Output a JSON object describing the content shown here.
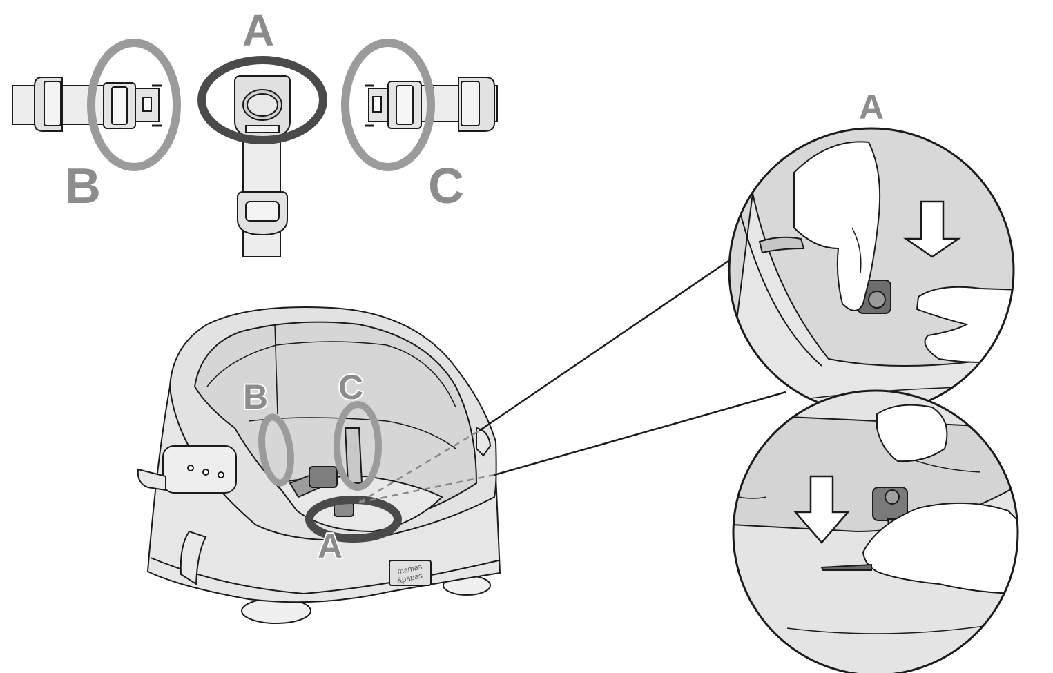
{
  "colors": {
    "background": "#ffffff",
    "outline": "#1a1a1a",
    "strap_fill": "#ededed",
    "seat_fill": "#e6e6e6",
    "seat_shade": "#d4d4d4",
    "highlight_light": "#9b9b9b",
    "highlight_dark": "#4a4a4a",
    "label_light": "#8c8c8c",
    "label_dark": "#8c8c8c"
  },
  "callouts": {
    "top_center": "A",
    "top_left": "B",
    "top_right": "C",
    "seat_b": "B",
    "seat_c": "C",
    "seat_a": "A",
    "detail_title": "A"
  },
  "brand": {
    "line1": "mamas",
    "line2": "&papas"
  },
  "icons": {
    "detail_top_arrow": "down-arrow-icon",
    "detail_bottom_arrow": "down-arrow-icon"
  }
}
